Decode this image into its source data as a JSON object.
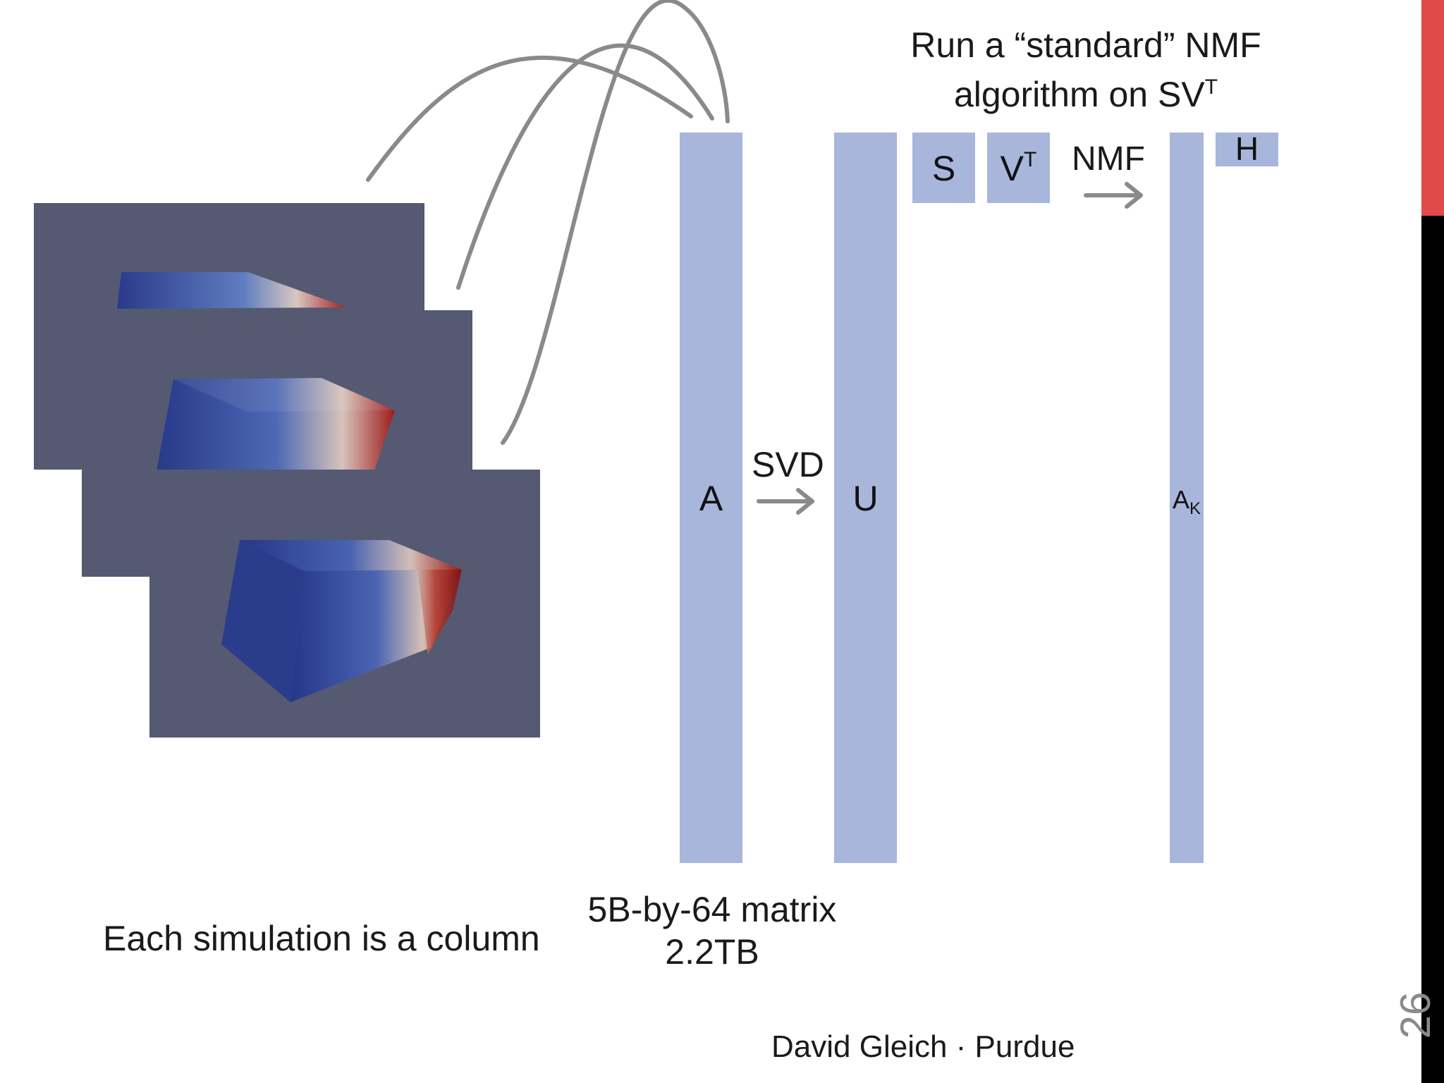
{
  "slide": {
    "header_line1": "Run a “standard” NMF",
    "header_line2": "algorithm on SV",
    "header_sup": "T",
    "footer": "David Gleich · Purdue",
    "page_number": "26"
  },
  "matrices": {
    "a": "A",
    "u": "U",
    "s": "S",
    "vt_base": "V",
    "vt_sup": "T",
    "ak_base": "A",
    "ak_sub": "K",
    "h": "H"
  },
  "arrows": {
    "svd": "SVD",
    "nmf": "NMF"
  },
  "captions": {
    "simulation": "Each simulation is a column",
    "matrix_size": "5B-by-64 matrix",
    "matrix_bytes": "2.2TB"
  },
  "colors": {
    "matrix_fill": "#a8b6dc",
    "sim_background": "#555a72",
    "arrow_gray": "#8a8a8a",
    "accent_red": "#e04a49"
  }
}
